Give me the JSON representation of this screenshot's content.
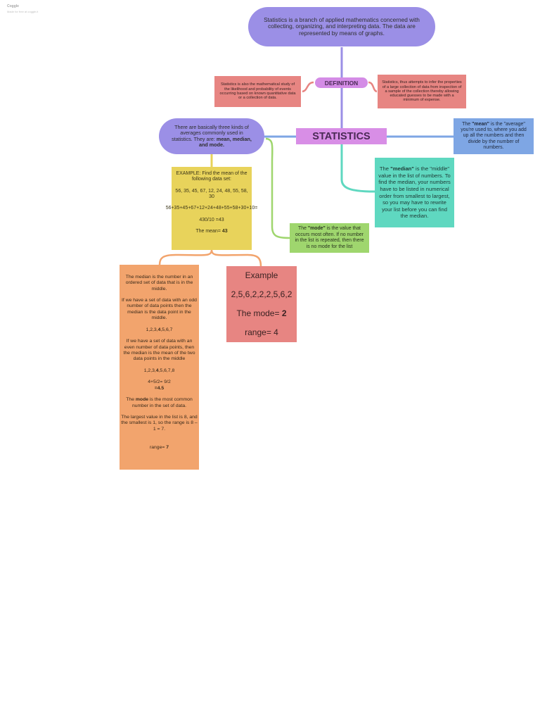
{
  "watermark": {
    "title": "Coggle",
    "subtitle": "Made for free at coggle.it"
  },
  "top": {
    "text": "Statistics is a branch of applied mathematics concerned with collecting, organizing, and interpreting data. The data are represented by means of graphs."
  },
  "definition": {
    "label": "DEFINITION",
    "left_text": "Statistics is also the mathematical study of the likelihood and probability of events occurring based on known quantitative data or a collection of data.",
    "right_text": "Statistics, thus attempts to infer the properties of a large collection of data from inspection of a sample of the collection thereby allowing educated guesses to be made with a minimum of expense."
  },
  "center": {
    "label": "STATISTICS"
  },
  "kinds": {
    "text": "There are basically three kinds of averages commonly used in statistics. They are:",
    "bold": "mean, median, and mode."
  },
  "mean": {
    "pre": "The",
    "term": "\"mean\"",
    "post": "is the \"average\" you're used to, where you add up all the numbers and then divide by the number of numbers."
  },
  "median": {
    "pre": "The",
    "term": "\"median\"",
    "post": "is the \"middle\" value in the list of numbers. To find the median, your numbers have to be listed in numerical order from smallest to largest, so you may have to rewrite your list before you can find the median."
  },
  "mode": {
    "pre": "The",
    "term": "\"mode\"",
    "post": "is the value that occurs most often. If no number in the list is repeated, then there is no mode for the list"
  },
  "mean_example": {
    "line1": "EXAMPLE: Find the mean of the following data set:",
    "line2": "56, 35, 45, 67, 12, 24, 48, 55, 58, 30",
    "line3": "56+35+45+67+12+24+48+55+58+30+10=",
    "line4": "430/10 =43",
    "line5_pre": "The mean=",
    "line5_bold": "43"
  },
  "median_notes": {
    "p1": "The median is the number in an ordered set of data that is in the middle.",
    "p2": "If we have a set of data with an odd number of data points then the median is the data point in the middle.",
    "seq1_a": "1,2,3,",
    "seq1_b": "4",
    "seq1_c": ",5,6,7",
    "p3": "If we have a set of data with an even number of data points, then the median is the mean of the two data points in the middle",
    "seq2_a": "1,2,3,",
    "seq2_b": "4",
    "seq2_c": ",5,6,7,8",
    "calc": "4+5/2= 9/2",
    "calc_bold": "=4.5",
    "p4_pre": "The",
    "p4_bold": "mode",
    "p4_post": "is the most common number in the set of data.",
    "p5": "The largest value in the list is 8, and the smallest is 1, so the range is 8 – 1 = 7.",
    "range_pre": "range=",
    "range_bold": "7"
  },
  "mode_example": {
    "title": "Example",
    "data": "2,5,6,2,2,2,5,6,2",
    "mode_pre": "The mode=",
    "mode_bold": "2",
    "range": "range= 4"
  },
  "colors": {
    "purple": "#9b8fe6",
    "pink": "#d88ee6",
    "salmon": "#e78582",
    "blue": "#7ea6e4",
    "teal": "#5fd8c0",
    "green": "#9fd66e",
    "yellow": "#e8d35b",
    "orange": "#f2a46d"
  }
}
